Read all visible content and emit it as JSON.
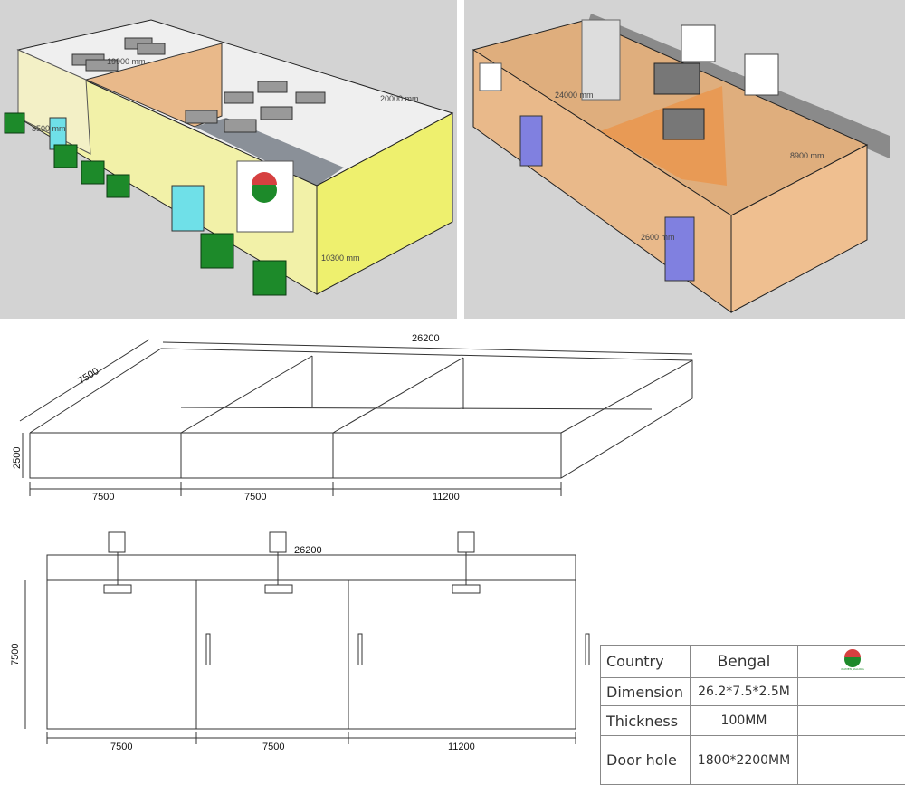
{
  "render_left": {
    "labels": {
      "length": "19900 mm",
      "width": "20000 mm",
      "height": "10300 mm",
      "door": "3500 mm"
    }
  },
  "render_right": {
    "labels": {
      "length": "24000 mm",
      "width": "8900 mm",
      "door": "2600 mm"
    }
  },
  "iso_drawing": {
    "total_length": "26200",
    "depth": "7500",
    "height": "2500",
    "segments": [
      "7500",
      "7500",
      "11200"
    ]
  },
  "plan_drawing": {
    "total_length": "26200",
    "depth": "7500",
    "segments": [
      "7500",
      "7500",
      "11200"
    ]
  },
  "spec_table": {
    "rows": [
      {
        "label": "Country",
        "value": "Bengal"
      },
      {
        "label": "Dimension",
        "value": "26.2*7.5*2.5M"
      },
      {
        "label": "Thickness",
        "value": "100MM"
      },
      {
        "label": "Door hole",
        "value": "1800*2200MM"
      }
    ],
    "logo_text": "XIAMEN JIALIANG"
  },
  "colors": {
    "wall_yellow": "#f1f0a6",
    "wall_orange": "#e9b98a",
    "fan_green": "#1d8a2a",
    "door_blue": "#8080e0",
    "door_cyan": "#6fe0e8"
  }
}
